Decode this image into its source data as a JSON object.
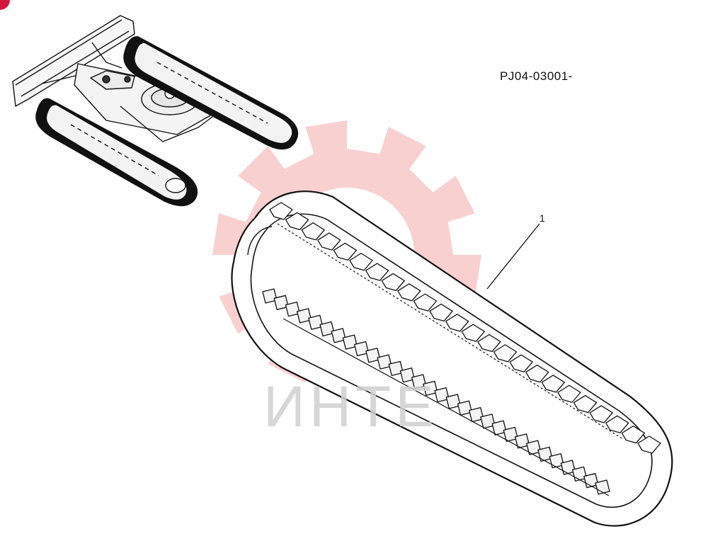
{
  "diagram": {
    "part_code": "PJ04-03001-",
    "callouts": [
      {
        "number": "1",
        "target": "rubber-track"
      }
    ],
    "illustrations": [
      {
        "name": "undercarriage-assembly"
      },
      {
        "name": "rubber-track"
      }
    ]
  },
  "watermark": {
    "text": "ИНТЕ",
    "color": "#f2a9a9",
    "shape": "gear-logo"
  },
  "colors": {
    "line": "#111111",
    "corner_mark": "#d4163c"
  }
}
